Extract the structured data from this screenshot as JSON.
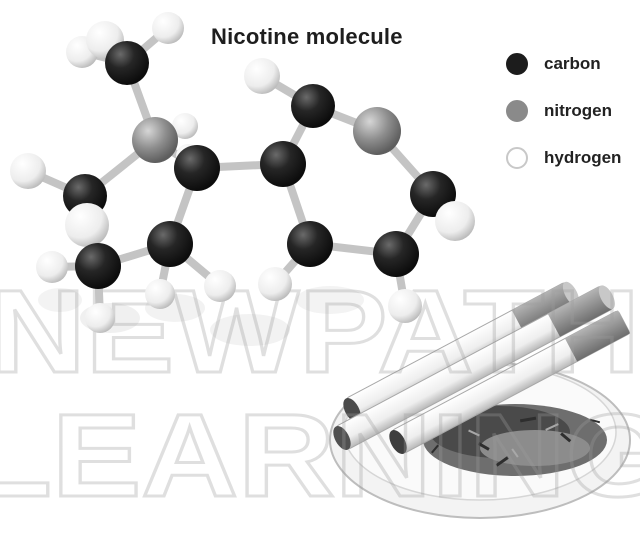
{
  "title": "Nicotine molecule",
  "legend": [
    {
      "label": "carbon",
      "color": "#1c1c1c",
      "border": "#1c1c1c"
    },
    {
      "label": "nitrogen",
      "color": "#8a8a8a",
      "border": "#8a8a8a"
    },
    {
      "label": "hydrogen",
      "color": "#ffffff",
      "border": "#c8c8c8"
    }
  ],
  "watermark": [
    "NEWPATH",
    "LEARNING"
  ],
  "colors": {
    "carbon": "#1c1c1c",
    "nitrogen": "#8a8a8a",
    "hydrogen": "#f4f4f4",
    "bond": "#c4c4c4"
  }
}
